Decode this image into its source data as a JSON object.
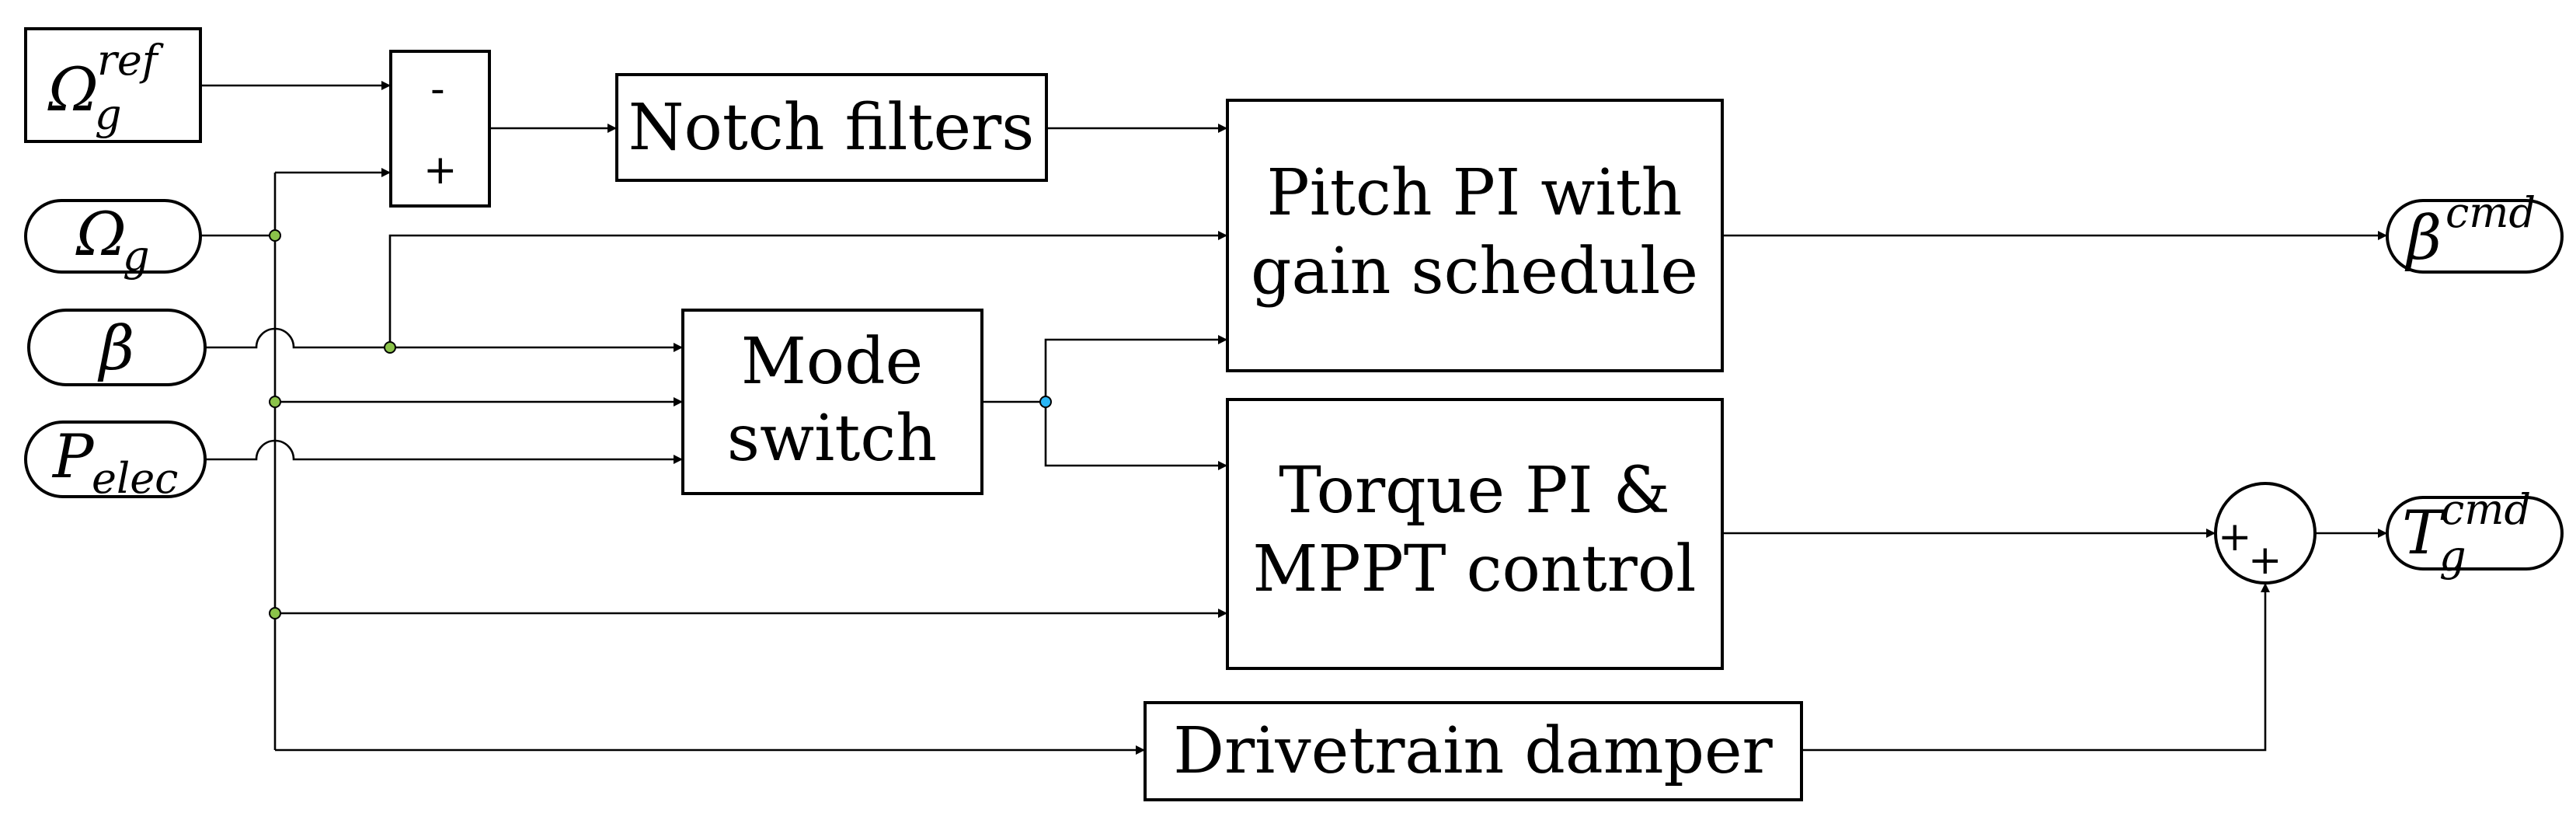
{
  "inputs": {
    "omega_ref": {
      "base": "Ω",
      "sub": "g",
      "sup": "ref"
    },
    "omega_g": {
      "base": "Ω",
      "sub": "g"
    },
    "beta": {
      "base": "β"
    },
    "p_elec": {
      "base": "P",
      "sub": "elec"
    }
  },
  "outputs": {
    "beta_cmd": {
      "base": "β",
      "sup": "cmd"
    },
    "torque_cmd": {
      "base": "T",
      "sub": "g",
      "sup": "cmd"
    }
  },
  "comparator": {
    "top_sign": "-",
    "bottom_sign": "+"
  },
  "summer": {
    "sign_1": "+",
    "sign_2": "+"
  },
  "blocks": {
    "notch": {
      "line1": "Notch filters"
    },
    "mode": {
      "line1": "Mode",
      "line2": "switch"
    },
    "pitch": {
      "line1": "Pitch PI with",
      "line2": "gain schedule"
    },
    "torque": {
      "line1": "Torque PI &",
      "line2": "MPPT control"
    },
    "damper": {
      "line1": "Drivetrain damper"
    }
  },
  "colors": {
    "junction_dot": "#8bc34a",
    "junction_dot_mode": "#29b6f6"
  }
}
